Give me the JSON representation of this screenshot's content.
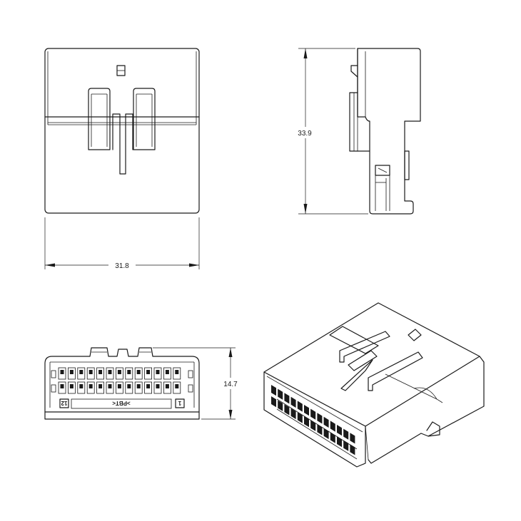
{
  "dimensions": {
    "width_label": "31.8",
    "height_label": "33.9",
    "depth_label": "14.7"
  },
  "front_view": {
    "marking_left": "12",
    "marking_center": ">PBT<",
    "marking_right": "1"
  }
}
